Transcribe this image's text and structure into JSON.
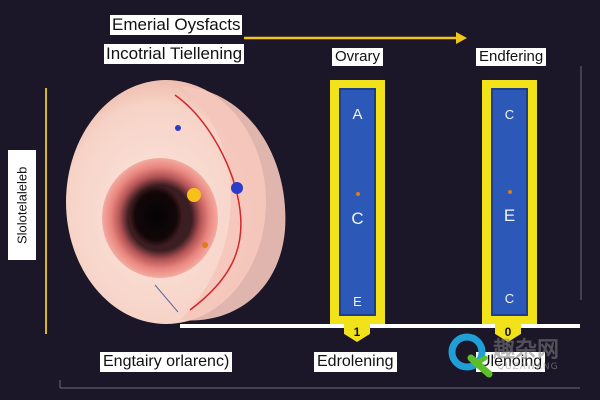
{
  "header": {
    "title": "Emerial Oysfacts",
    "subtitle": "Incotrial Tiellening"
  },
  "side_label": "Slolotelaleleb",
  "columns": [
    {
      "label": "Ovrary",
      "letters": [
        "A",
        "C",
        "E"
      ],
      "badge": "1",
      "bottom_label": "Edrolening"
    },
    {
      "label": "Endfering",
      "letters": [
        "C",
        "E",
        "C"
      ],
      "badge": "0",
      "bottom_label": "Ulenoing"
    }
  ],
  "footer_left": "Engtairy orlarenc)",
  "watermark": {
    "text_cn": "趣杂网",
    "text_en": "QUZAWANG"
  },
  "colors": {
    "background": "#1b1628",
    "accent_yellow": "#f2e21a",
    "bar_blue": "#2c58b8",
    "tissue_pink": "#f2b3a3"
  }
}
